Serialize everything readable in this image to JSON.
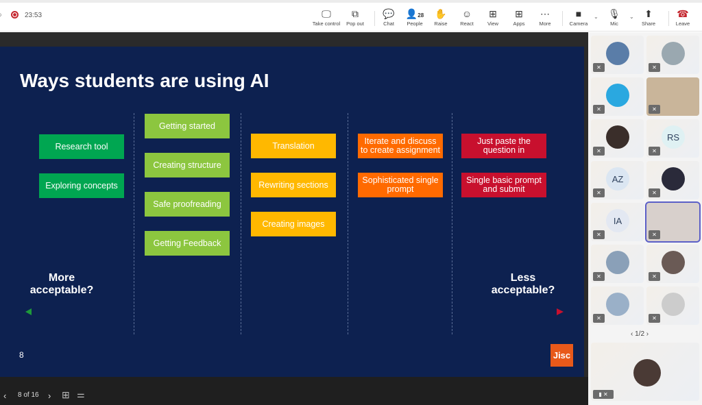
{
  "topbar": {
    "timer": "23:53",
    "people_count": "28",
    "buttons": [
      {
        "label": "Take control",
        "icon": "take-control-icon",
        "glyph": "🖵"
      },
      {
        "label": "Pop out",
        "icon": "pop-out-icon",
        "glyph": "⧉"
      },
      {
        "label": "Chat",
        "icon": "chat-icon",
        "glyph": "💬"
      },
      {
        "label": "People",
        "icon": "people-icon",
        "glyph": "👤"
      },
      {
        "label": "Raise",
        "icon": "raise-hand-icon",
        "glyph": "✋"
      },
      {
        "label": "React",
        "icon": "react-icon",
        "glyph": "☺"
      },
      {
        "label": "View",
        "icon": "view-icon",
        "glyph": "⊞"
      },
      {
        "label": "Apps",
        "icon": "apps-icon",
        "glyph": "⊞"
      },
      {
        "label": "More",
        "icon": "more-icon",
        "glyph": "⋯"
      },
      {
        "label": "Camera",
        "icon": "camera-off-icon",
        "glyph": "■"
      },
      {
        "label": "Mic",
        "icon": "mic-off-icon",
        "glyph": "🎙"
      },
      {
        "label": "Share",
        "icon": "share-icon",
        "glyph": "⬆"
      },
      {
        "label": "Leave",
        "icon": "leave-icon",
        "glyph": "☎"
      }
    ]
  },
  "slide": {
    "title": "Ways students are using AI",
    "number": "8",
    "logo": "Jisc",
    "more": "More acceptable?",
    "less": "Less acceptable?",
    "columns": [
      {
        "color": "#00a651",
        "items": [
          "Research tool",
          "Exploring concepts"
        ]
      },
      {
        "color": "#8cc63f",
        "items": [
          "Getting started",
          "Creating structure",
          "Safe proofreading",
          "Getting Feedback"
        ]
      },
      {
        "color": "#ffb800",
        "items": [
          "Translation",
          "Rewriting sections",
          "Creating images"
        ]
      },
      {
        "color": "#ff6a00",
        "items": [
          "Iterate and discuss to create assignment",
          "Sophisticated single prompt"
        ]
      },
      {
        "color": "#c8102e",
        "items": [
          "Just paste the question in",
          "Single basic prompt and submit"
        ]
      }
    ]
  },
  "bottombar": {
    "page": "8 of 16"
  },
  "panel": {
    "pagination": "1/2",
    "participants": [
      "",
      "",
      "",
      "",
      "",
      "RS",
      "AZ",
      "",
      "IA",
      "",
      "",
      "",
      "",
      ""
    ]
  }
}
